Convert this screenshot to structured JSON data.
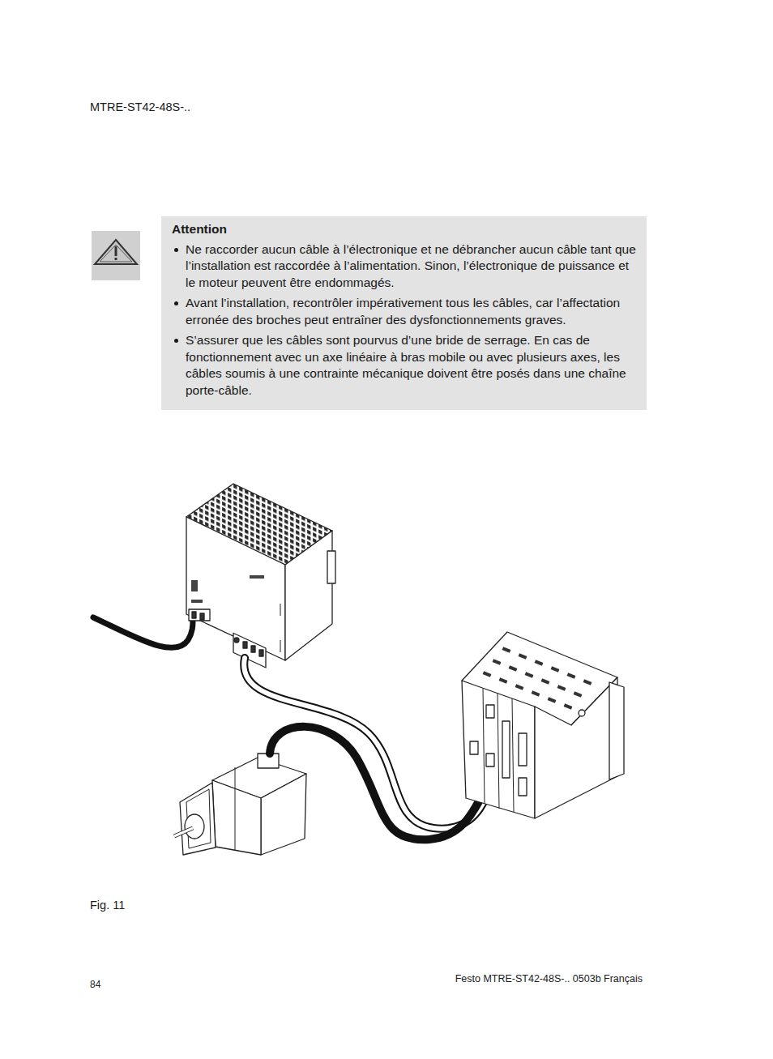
{
  "diagram": {
    "caption": "Fig. 11",
    "nodes": [
      {
        "text": [
          "Attention",
          "Ne raccorder aucun câble à l’électronique et ne débrancher aucun câble tant que l’installation est raccordée à l’alimentation. Sinon, l’électronique de puissance et le moteur peuvent être endommagés.",
          "Avant l’installation, recontrôler impérativement tous les câbles, car l’affectation erronée des broches peut entraîner des dysfonctionnements graves.",
          "S’assurer que les câbles sont pourvus d’une bride de serrage. En cas de fonctionnement avec un axe linéaire à bras mobile ou avec plusieurs axes, les câbles soumis à une contrainte mécanique doivent être posés dans une chaîne porte-câble."
        ]
      }
    ],
    "labels": [
      "MTRE-ST42-48S-..",
      "84",
      "Festo MTRE-ST42-48S-.. 0503b Français"
    ]
  }
}
